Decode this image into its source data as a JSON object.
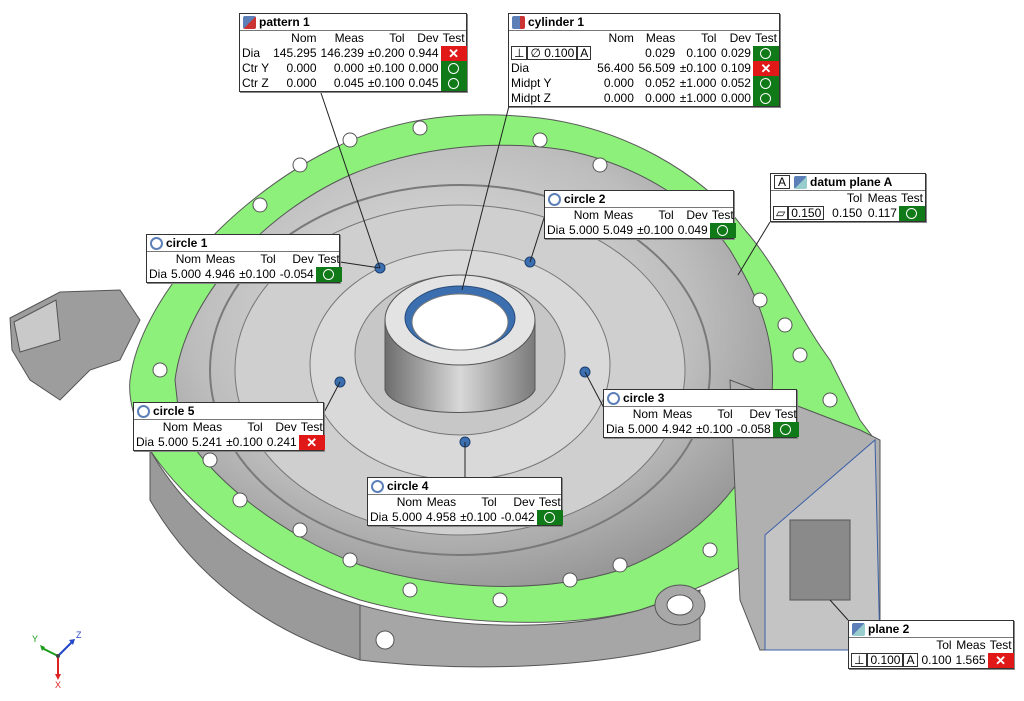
{
  "annotations": {
    "pattern1": {
      "title": "pattern 1",
      "headers": [
        "",
        "Nom",
        "Meas",
        "Tol",
        "Dev",
        "Test"
      ],
      "rows": [
        {
          "label": "Dia",
          "nom": "145.295",
          "meas": "146.239",
          "tol": "±0.200",
          "dev": "0.944",
          "test": "fail"
        },
        {
          "label": "Ctr Y",
          "nom": "0.000",
          "meas": "0.000",
          "tol": "±0.100",
          "dev": "0.000",
          "test": "pass"
        },
        {
          "label": "Ctr Z",
          "nom": "0.000",
          "meas": "0.045",
          "tol": "±0.100",
          "dev": "0.045",
          "test": "pass"
        }
      ]
    },
    "cylinder1": {
      "title": "cylinder 1",
      "headers": [
        "",
        "Nom",
        "Meas",
        "Tol",
        "Dev",
        "Test"
      ],
      "fcf": {
        "symbol": "⊥",
        "dia": "∅",
        "value": "0.100",
        "datum": "A"
      },
      "fcf_row": {
        "meas": "0.029",
        "tol": "0.100",
        "dev": "0.029",
        "test": "pass"
      },
      "rows": [
        {
          "label": "Dia",
          "nom": "56.400",
          "meas": "56.509",
          "tol": "±0.100",
          "dev": "0.109",
          "test": "fail"
        },
        {
          "label": "Midpt Y",
          "nom": "0.000",
          "meas": "0.052",
          "tol": "±1.000",
          "dev": "0.052",
          "test": "pass"
        },
        {
          "label": "Midpt Z",
          "nom": "0.000",
          "meas": "0.000",
          "tol": "±1.000",
          "dev": "0.000",
          "test": "pass"
        }
      ]
    },
    "circle2": {
      "title": "circle 2",
      "headers": [
        "",
        "Nom",
        "Meas",
        "Tol",
        "Dev",
        "Test"
      ],
      "rows": [
        {
          "label": "Dia",
          "nom": "5.000",
          "meas": "5.049",
          "tol": "±0.100",
          "dev": "0.049",
          "test": "pass"
        }
      ]
    },
    "datumA": {
      "title": "datum plane A",
      "datum_letter": "A",
      "headers": [
        "",
        "Tol",
        "Meas",
        "Test"
      ],
      "fcf": {
        "symbol": "▱",
        "value": "0.150"
      },
      "fcf_row": {
        "tol": "0.150",
        "meas": "0.117",
        "test": "pass"
      }
    },
    "circle1": {
      "title": "circle 1",
      "headers": [
        "",
        "Nom",
        "Meas",
        "Tol",
        "Dev",
        "Test"
      ],
      "rows": [
        {
          "label": "Dia",
          "nom": "5.000",
          "meas": "4.946",
          "tol": "±0.100",
          "dev": "-0.054",
          "test": "pass"
        }
      ]
    },
    "circle3": {
      "title": "circle 3",
      "headers": [
        "",
        "Nom",
        "Meas",
        "Tol",
        "Dev",
        "Test"
      ],
      "rows": [
        {
          "label": "Dia",
          "nom": "5.000",
          "meas": "4.942",
          "tol": "±0.100",
          "dev": "-0.058",
          "test": "pass"
        }
      ]
    },
    "circle5": {
      "title": "circle 5",
      "headers": [
        "",
        "Nom",
        "Meas",
        "Tol",
        "Dev",
        "Test"
      ],
      "rows": [
        {
          "label": "Dia",
          "nom": "5.000",
          "meas": "5.241",
          "tol": "±0.100",
          "dev": "0.241",
          "test": "fail"
        }
      ]
    },
    "circle4": {
      "title": "circle 4",
      "headers": [
        "",
        "Nom",
        "Meas",
        "Tol",
        "Dev",
        "Test"
      ],
      "rows": [
        {
          "label": "Dia",
          "nom": "5.000",
          "meas": "4.958",
          "tol": "±0.100",
          "dev": "-0.042",
          "test": "pass"
        }
      ]
    },
    "plane2": {
      "title": "plane 2",
      "headers": [
        "",
        "Tol",
        "Meas",
        "Test"
      ],
      "fcf": {
        "symbol": "⊥",
        "value": "0.100",
        "datum": "A"
      },
      "fcf_row": {
        "tol": "0.100",
        "meas": "1.565",
        "test": "fail"
      }
    }
  },
  "triad": {
    "y": "Y",
    "z": "Z",
    "x": "X"
  },
  "colors": {
    "pass": "#0f7a17",
    "fail": "#e01818",
    "datum_highlight": "#8cf07a",
    "part": "#b8b8b8"
  },
  "icons": {
    "circle": "circle-feature-icon",
    "pattern": "pattern-feature-icon",
    "cylinder": "cylinder-feature-icon",
    "plane": "plane-feature-icon"
  }
}
